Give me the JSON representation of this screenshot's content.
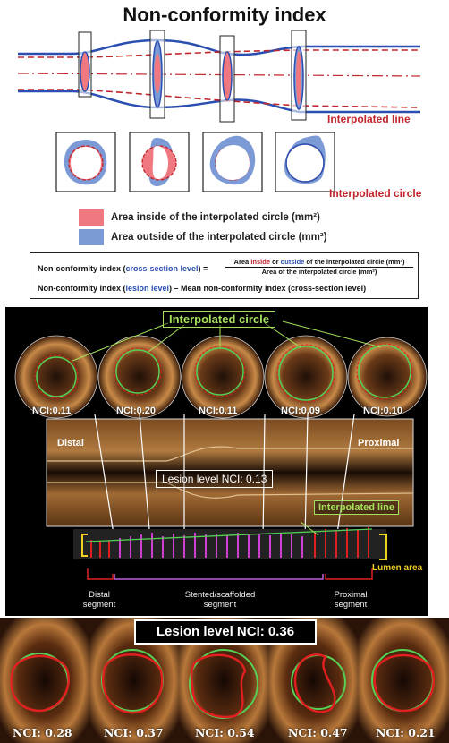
{
  "title": "Non-conformity index",
  "labels": {
    "interpolated_line": "Interpolated line",
    "interpolated_circle": "Interpolated circle"
  },
  "legend": {
    "inside": "Area inside of the interpolated circle (mm²)",
    "outside": "Area outside of the interpolated circle (mm²)",
    "inside_color": "#f07880",
    "outside_color": "#7b9ad6"
  },
  "formula": {
    "row1_prefix": "Non-conformity index (",
    "row1_level": "cross-section level",
    "row1_suffix": ") =",
    "numerator_a": "Area ",
    "numerator_inside": "inside",
    "numerator_or": " or ",
    "numerator_outside": "outside",
    "numerator_b": " of the interpolated circle (mm²)",
    "denominator": "Area of the interpolated circle (mm²)",
    "row2_prefix": "Non-conformity index (",
    "row2_level": "lesion level",
    "row2_suffix": ") – Mean non-conformity index (cross-section level)"
  },
  "oct": {
    "interpolated_circle": "Interpolated circle",
    "nci": [
      "NCI:0.11",
      "NCI:0.20",
      "NCI:0.11",
      "NCI:0.09",
      "NCI:0.10"
    ],
    "distal": "Distal",
    "proximal": "Proximal",
    "lesion_nci": "Lesion level NCI: 0.13",
    "interpolated_line": "Interpolated line",
    "lumen_area": "Lumen area",
    "segments": {
      "distal": "Distal\nsegment",
      "stented": "Stented/scaffolded\nsegment",
      "proximal": "Proximal\nsegment"
    }
  },
  "bottom": {
    "lesion_nci": "Lesion level NCI: 0.36",
    "nci": [
      "NCI: 0.28",
      "NCI: 0.37",
      "NCI: 0.54",
      "NCI: 0.47",
      "NCI: 0.21"
    ]
  }
}
